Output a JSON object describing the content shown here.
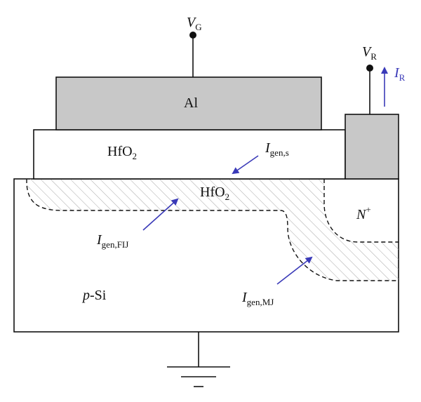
{
  "labels": {
    "gate_voltage": {
      "main": "V",
      "sub": "G"
    },
    "reverse_voltage": {
      "main": "V",
      "sub": "R"
    },
    "reverse_current": {
      "main": "I",
      "sub": "R"
    },
    "gate_metal": "Al",
    "oxide_layer": {
      "main": "HfO",
      "sub": "2"
    },
    "depletion_region": {
      "main": "HfO",
      "sub": "2"
    },
    "surface_gen_current": {
      "main": "I",
      "sub": "gen,s"
    },
    "field_induced_current": {
      "main": "I",
      "sub": "gen,FIJ"
    },
    "metallurgical_current": {
      "main": "I",
      "sub": "gen,MJ"
    },
    "n_plus": {
      "main": "N",
      "sup": "+"
    },
    "substrate": {
      "italic": "p",
      "rest": "-Si"
    }
  },
  "colors": {
    "metal_fill": "#c8c8c8",
    "oxide_fill": "#ffffff",
    "outline": "#111111",
    "arrow": "#3a3ab8",
    "hatch": "#a8a8a8"
  }
}
